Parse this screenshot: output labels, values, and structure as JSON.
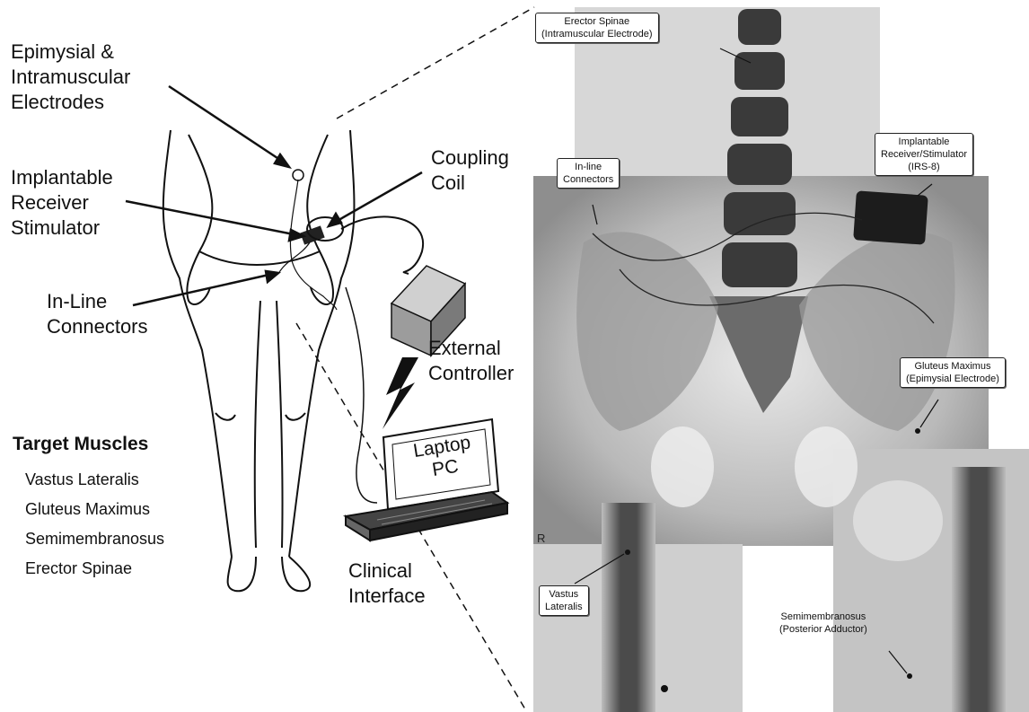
{
  "diagram": {
    "left_labels": {
      "electrodes": [
        "Epimysial &",
        "Intramuscular",
        "Electrodes"
      ],
      "receiver": [
        "Implantable",
        "Receiver",
        "Stimulator"
      ],
      "connectors": [
        "In-Line",
        "Connectors"
      ],
      "coupling_coil": [
        "Coupling",
        "Coil"
      ],
      "external_controller": [
        "External",
        "Controller"
      ],
      "laptop": [
        "Laptop",
        "PC"
      ],
      "clinical_interface": [
        "Clinical",
        "Interface"
      ]
    },
    "target_muscles": {
      "title": "Target Muscles",
      "items": [
        "Vastus Lateralis",
        "Gluteus Maximus",
        "Semimembranosus",
        "Erector Spinae"
      ]
    },
    "xray_labels": {
      "erector_spinae": [
        "Erector Spinae",
        "(Intramuscular Electrode)"
      ],
      "irs8": [
        "Implantable",
        "Receiver/Stimulator",
        "(IRS-8)"
      ],
      "inline_connectors": [
        "In-line",
        "Connectors"
      ],
      "gluteus_maximus": [
        "Gluteus Maximus",
        "(Epimysial Electrode)"
      ],
      "vastus_lateralis": [
        "Vastus",
        "Lateralis"
      ],
      "semimembranosus": [
        "Semimembranosus",
        "(Posterior Adductor)"
      ],
      "film_marker": "R"
    }
  }
}
